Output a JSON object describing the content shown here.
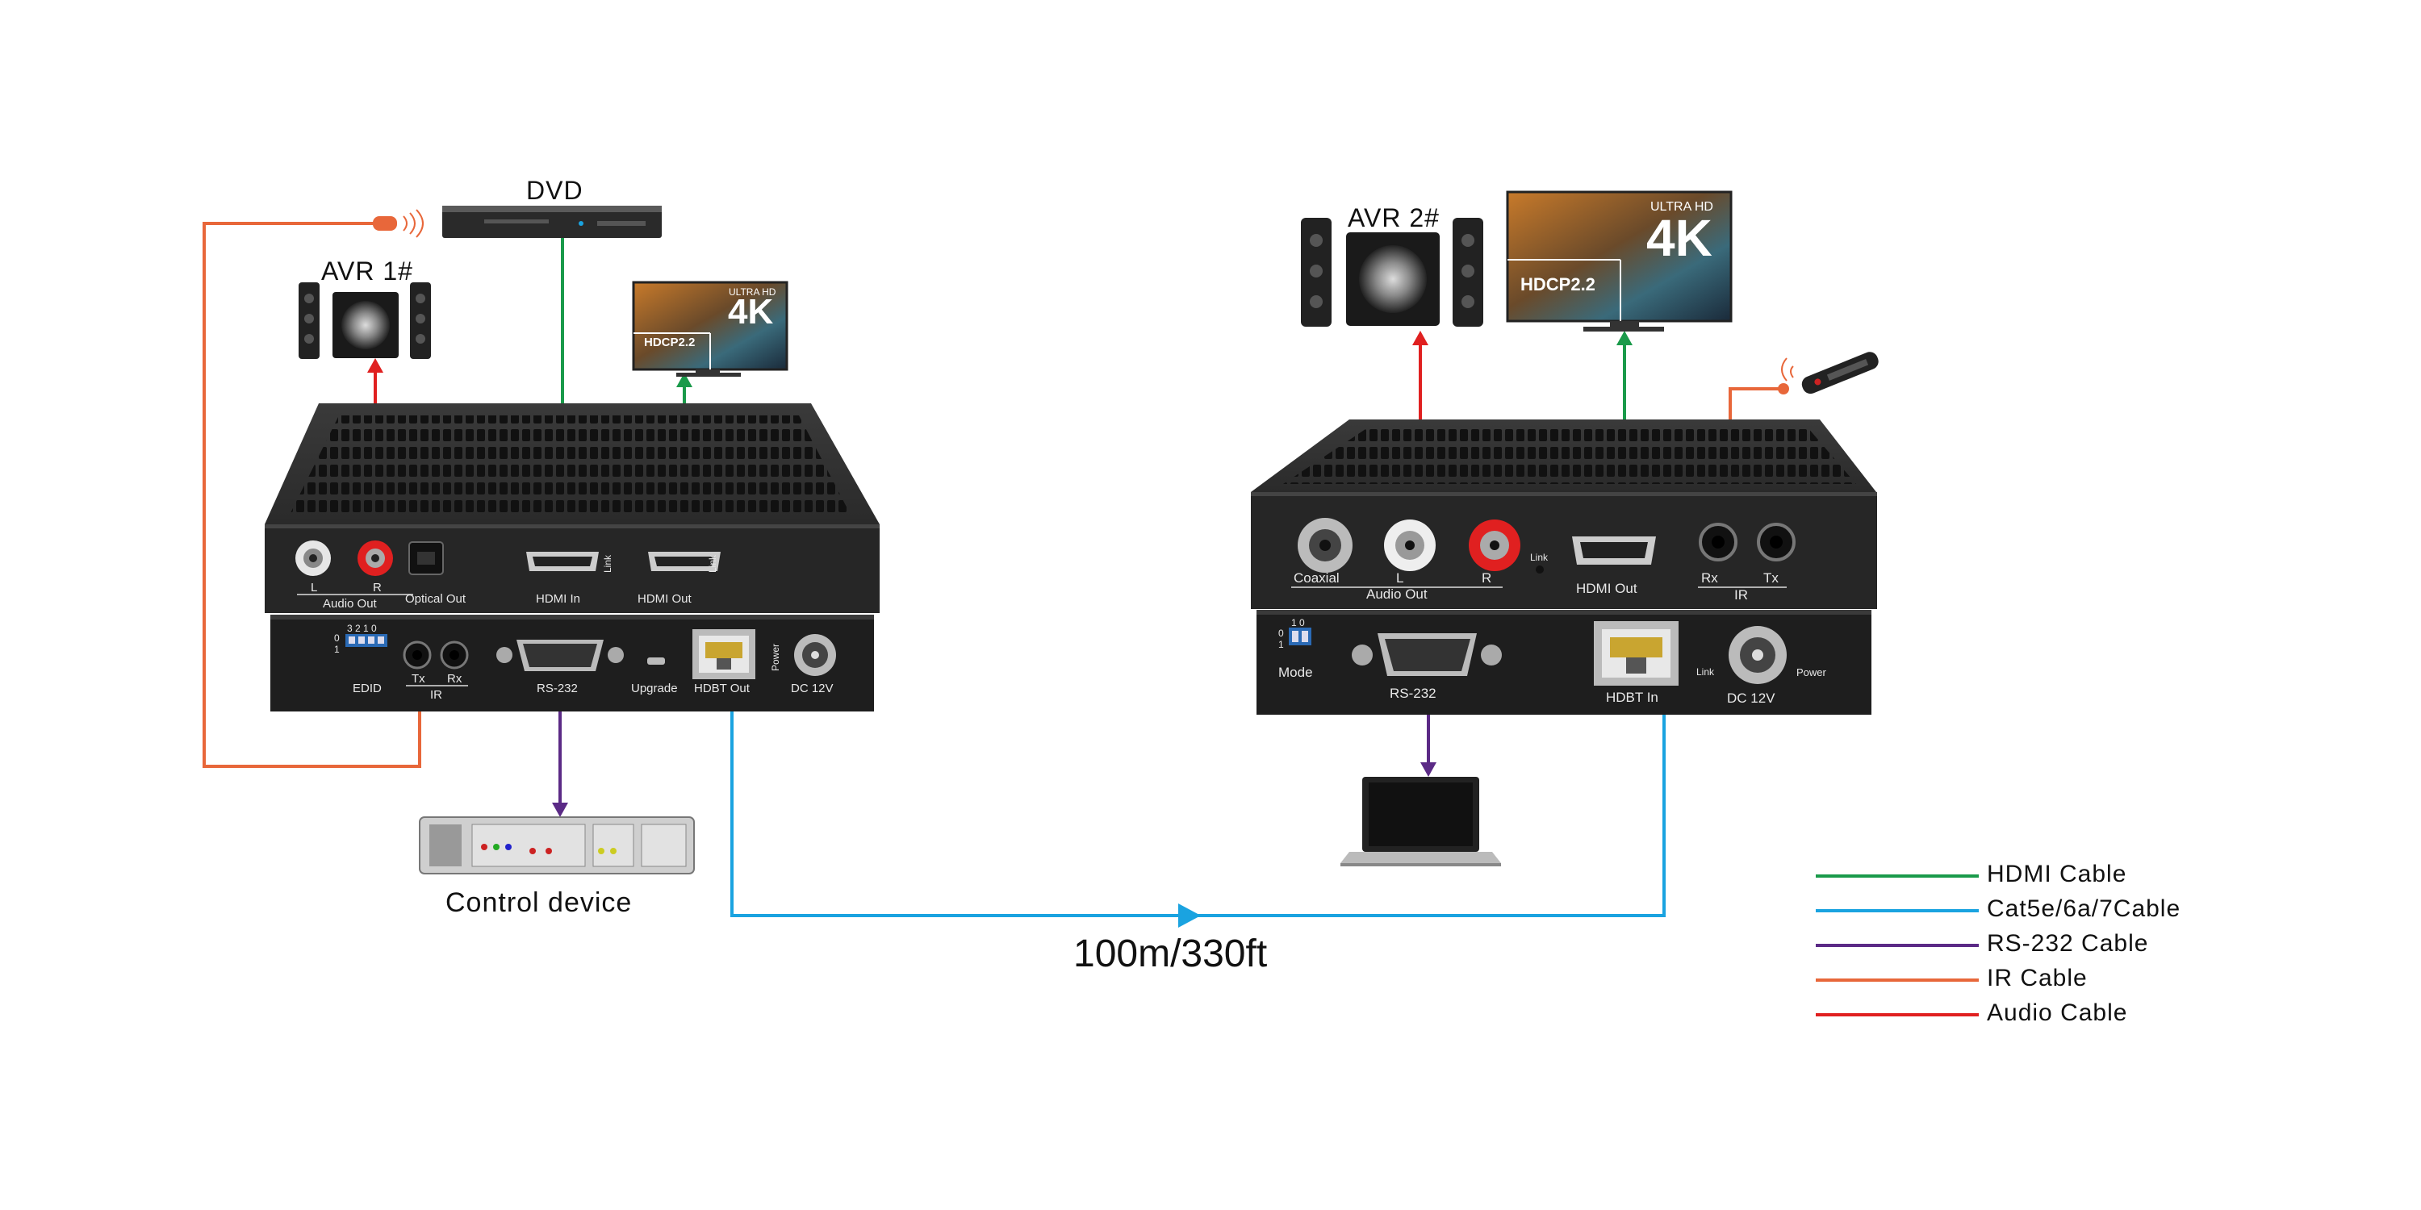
{
  "labels": {
    "dvd": "DVD",
    "avr1": "AVR 1#",
    "avr2": "AVR 2#",
    "control_device": "Control device",
    "distance": "100m/330ft"
  },
  "tv": {
    "ultra_hd": "ULTRA HD",
    "four_k": "4K",
    "hdcp": "HDCP2.2"
  },
  "transmitter": {
    "top_panel": {
      "audio_l": "L",
      "audio_r": "R",
      "audio_out": "Audio Out",
      "optical_out": "Optical Out",
      "hdmi_in": "HDMI In",
      "hdmi_out": "HDMI Out",
      "link1": "Link",
      "link2": "Link"
    },
    "bottom_panel": {
      "dip_numbers": "3 2 1 0",
      "dip_0": "0",
      "dip_1": "1",
      "edid": "EDID",
      "tx": "Tx",
      "rx": "Rx",
      "ir": "IR",
      "rs232": "RS-232",
      "upgrade": "Upgrade",
      "hdbt_out": "HDBT Out",
      "power": "Power",
      "dc12v": "DC 12V"
    }
  },
  "receiver": {
    "top_panel": {
      "coaxial": "Coaxial",
      "audio_l": "L",
      "audio_r": "R",
      "audio_out": "Audio Out",
      "link": "Link",
      "hdmi_out": "HDMI Out",
      "rx": "Rx",
      "tx": "Tx",
      "ir": "IR"
    },
    "bottom_panel": {
      "dip_numbers": "1 0",
      "dip_0": "0",
      "dip_1": "1",
      "mode": "Mode",
      "rs232": "RS-232",
      "hdbt_in": "HDBT In",
      "link": "Link",
      "dc12v": "DC 12V",
      "power": "Power"
    }
  },
  "legend": {
    "items": [
      {
        "label": "HDMI Cable",
        "color": "#1a9a4a"
      },
      {
        "label": "Cat5e/6a/7Cable",
        "color": "#1aa3e0"
      },
      {
        "label": "RS-232 Cable",
        "color": "#5b2a86"
      },
      {
        "label": "IR Cable",
        "color": "#e8673a"
      },
      {
        "label": "Audio Cable",
        "color": "#e02020"
      }
    ]
  },
  "colors": {
    "hdmi": "#1a9a4a",
    "cat": "#1aa3e0",
    "rs232": "#5b2a86",
    "ir": "#e8673a",
    "audio": "#e02020"
  }
}
